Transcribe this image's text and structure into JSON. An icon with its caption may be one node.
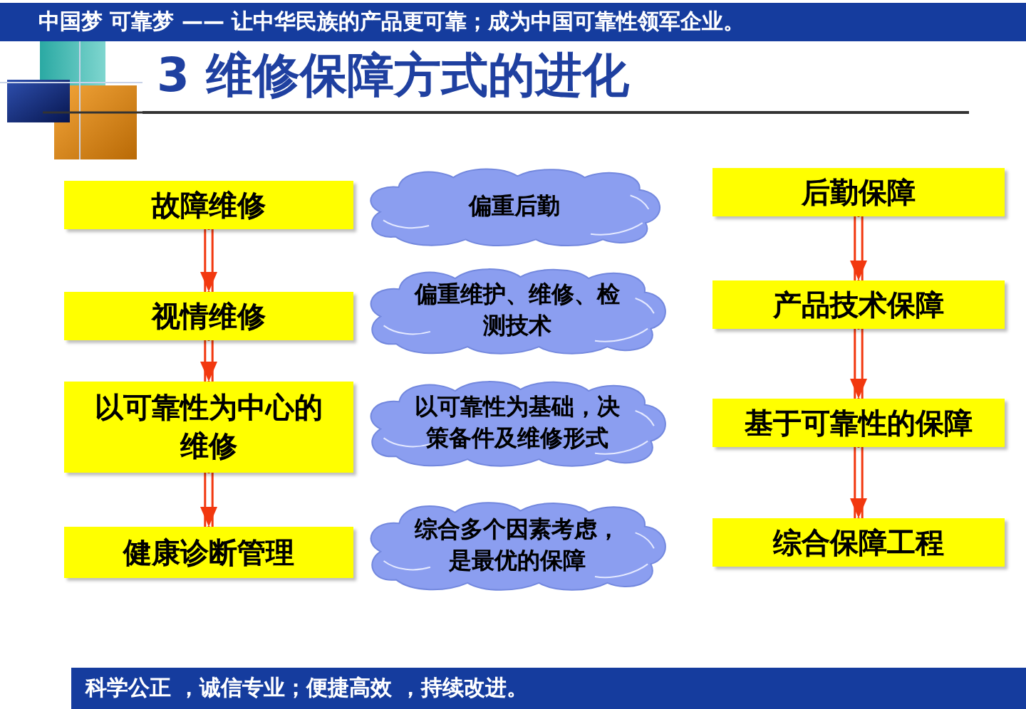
{
  "diagram": {
    "title": "3 维修保障方式的进化",
    "nodes": [
      {
        "text": [
          "故障维修"
        ]
      },
      {
        "text": [
          "偏重后勤"
        ]
      },
      {
        "text": [
          "后勤保障"
        ]
      },
      {
        "text": [
          "视情维修"
        ]
      },
      {
        "text": [
          "偏重维护、维修、检测技术"
        ]
      },
      {
        "text": [
          "产品技术保障"
        ]
      },
      {
        "text": [
          "以可靠性为中心的维修"
        ]
      },
      {
        "text": [
          "以可靠性为基础，决策备件及维修形式"
        ]
      },
      {
        "text": [
          "基于可靠性的保障"
        ]
      },
      {
        "text": [
          "健康诊断管理"
        ]
      },
      {
        "text": [
          "综合多个因素考虑，是最优的保障"
        ]
      },
      {
        "text": [
          "综合保障工程"
        ]
      }
    ],
    "edges": [
      {
        "from": 0,
        "to": 3,
        "arrow": "to"
      },
      {
        "from": 3,
        "to": 6,
        "arrow": "to"
      },
      {
        "from": 6,
        "to": 9,
        "arrow": "to"
      },
      {
        "from": 2,
        "to": 5,
        "arrow": "to"
      },
      {
        "from": 5,
        "to": 8,
        "arrow": "to"
      },
      {
        "from": 8,
        "to": 11,
        "arrow": "to"
      }
    ],
    "labels": [
      "中国梦 可靠梦 —— 让中华民族的产品更可靠；成为中国可靠性领军企业。",
      "科学公正 ，诚信专业；便捷高效 ，持续改进。"
    ]
  }
}
